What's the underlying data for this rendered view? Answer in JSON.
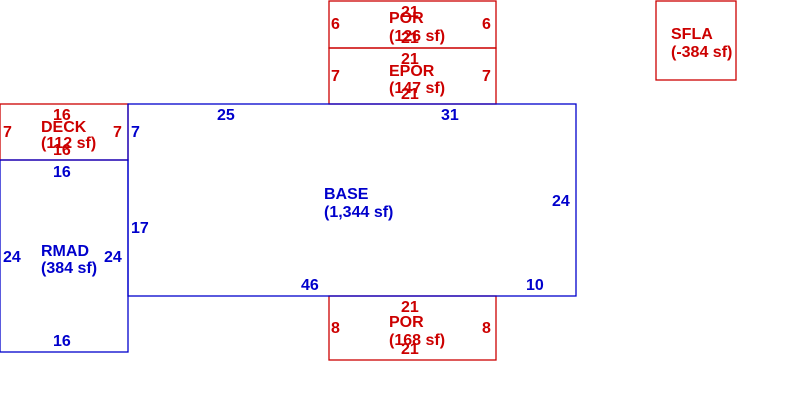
{
  "colors": {
    "blue": "#0000cc",
    "red": "#cc0000",
    "background": "#ffffff"
  },
  "areas": {
    "por_top": {
      "name": "POR",
      "area": "(126 sf)",
      "dims": {
        "top": "21",
        "bottom": "21",
        "left": "6",
        "right": "6"
      }
    },
    "epor": {
      "name": "EPOR",
      "area": "(147 sf)",
      "dims": {
        "top": "21",
        "bottom": "21",
        "left": "7",
        "right": "7"
      }
    },
    "sfla": {
      "name": "SFLA",
      "area": "(-384 sf)"
    },
    "deck": {
      "name": "DECK",
      "area": "(112 sf)",
      "dims": {
        "top": "16",
        "bottom": "16",
        "left": "7",
        "right": "7"
      }
    },
    "base": {
      "name": "BASE",
      "area": "(1,344 sf)",
      "dims": {
        "top_left": "25",
        "top_right": "31",
        "left_upper": "7",
        "left_lower": "17",
        "right": "24",
        "bottom_left": "46",
        "bottom_right": "10"
      }
    },
    "rmad": {
      "name": "RMAD",
      "area": "(384 sf)",
      "dims": {
        "top": "16",
        "bottom": "16",
        "left": "24",
        "right": "24"
      }
    },
    "por_bottom": {
      "name": "POR",
      "area": "(168 sf)",
      "dims": {
        "top": "21",
        "bottom": "21",
        "left": "8",
        "right": "8"
      }
    }
  }
}
